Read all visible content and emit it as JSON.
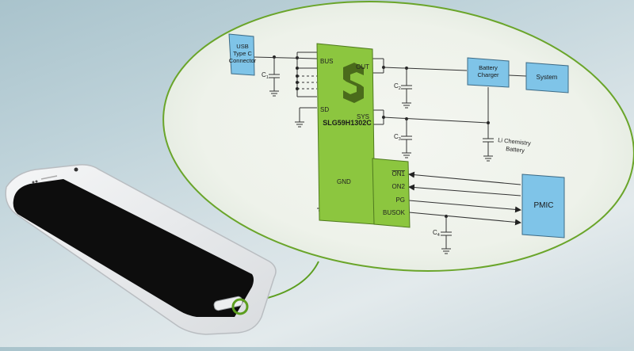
{
  "diagram": {
    "chip": {
      "part_number": "SLG59H1302C",
      "logo": "silego-logo-icon",
      "color": "#8cc63f",
      "pins_left": [
        "BUS",
        "SD",
        "GND"
      ],
      "pins_right": [
        "OUT",
        "SYS",
        "ON1",
        "ON2",
        "PG",
        "BUSOK"
      ]
    },
    "blocks": {
      "usb": {
        "line1": "USB",
        "line2": "Type C",
        "line3": "Connector"
      },
      "charger": {
        "line1": "Battery",
        "line2": "Charger"
      },
      "system": {
        "label": "System"
      },
      "pmic": {
        "label": "PMIC"
      }
    },
    "battery": {
      "line1": "Li Chemistry",
      "line2": "Battery"
    },
    "capacitors": [
      {
        "name": "C",
        "sub": "1"
      },
      {
        "name": "C",
        "sub": "2"
      },
      {
        "name": "C",
        "sub": "3"
      },
      {
        "name": "C",
        "sub": "4"
      }
    ],
    "colors": {
      "block_fill": "#7fc4e8",
      "ellipse_stroke": "#6aa52a",
      "callout_stroke": "#5c9e1f",
      "wire": "#333333"
    }
  }
}
